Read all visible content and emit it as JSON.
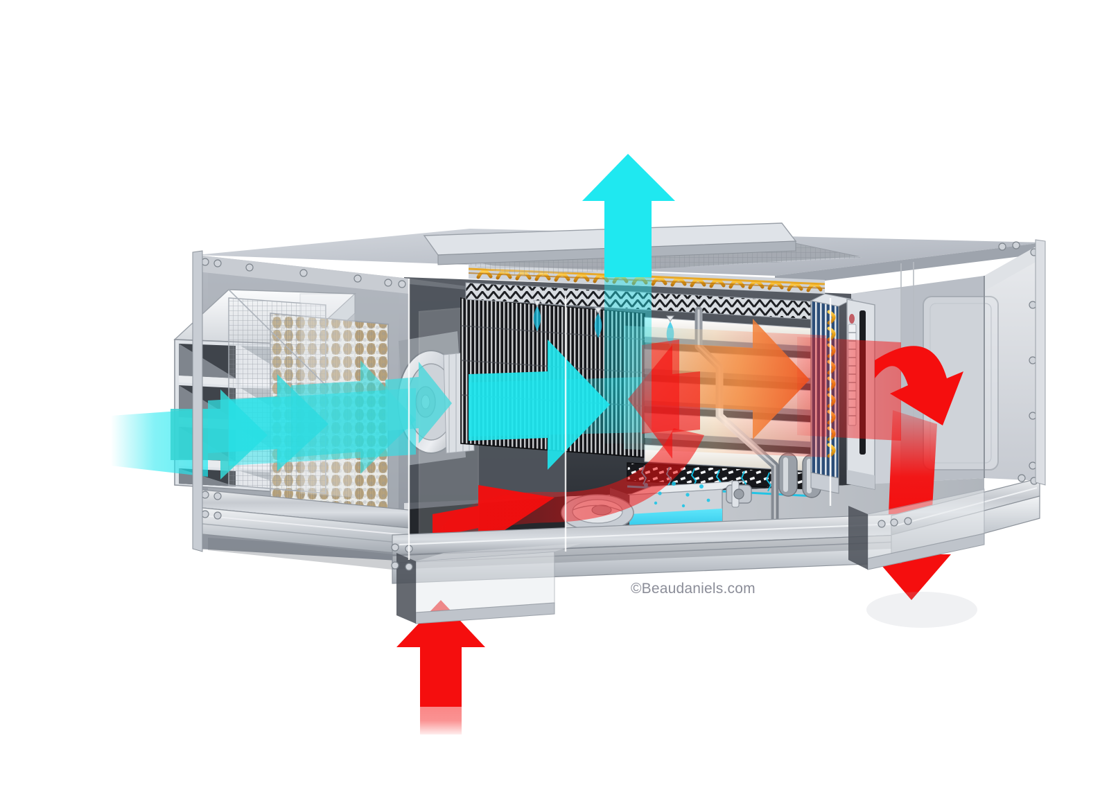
{
  "illustration": {
    "title": "HVAC Air Handling Unit Cutaway",
    "subject": "rooftop air handler / make-up air unit technical cutaway illustration",
    "watermark": "©Beaudaniels.com",
    "background_color": "#ffffff",
    "view": "three-quarter isometric cutaway, front-left elevated"
  },
  "palette": {
    "arrow_cold": "#1FE8F0",
    "arrow_cold_mid": "#35D4D4",
    "arrow_cold_pale": "#9DE9EC",
    "arrow_warm": "#F58B3C",
    "arrow_hot": "#F50E0E",
    "cabinet_light": "#E7E9ED",
    "cabinet_mid": "#C3C7CE",
    "cabinet_dark": "#9AA0A9",
    "cabinet_shadow": "#6E747D",
    "metal_highlight": "#F7F8FA",
    "coil_black": "#1B1B1F",
    "coil_copper": "#E8A317",
    "coil_blue": "#2C4E78",
    "filter_media": "#B6975E",
    "water_blue": "#12C4E8",
    "interior_dark": "#3A3E45",
    "frame_steel": "#B7BCC4"
  },
  "airflow": {
    "streams": [
      {
        "id": "outdoor-air-intake",
        "label": "Outside air in",
        "color": "#1FE8F0",
        "temperature": "cold",
        "entry": "left louvered intake hood",
        "direction": "right"
      },
      {
        "id": "filtered-air-to-blower",
        "label": "Filtered air to blower",
        "color": "#35D4D4",
        "temperature": "cold",
        "direction": "right"
      },
      {
        "id": "blower-discharge",
        "label": "Blower discharge through coil",
        "color": "#1FE8F0",
        "temperature": "cold",
        "direction": "right"
      },
      {
        "id": "conditioned-air",
        "label": "Air warming through heat exchanger",
        "color": "#F58B3C",
        "temperature": "warm",
        "direction": "right"
      },
      {
        "id": "supply-air-turn-down",
        "label": "Supply air turns down to duct",
        "color": "#F50E0E",
        "temperature": "hot",
        "direction": "right-then-down"
      },
      {
        "id": "supply-air-out",
        "label": "Supply air out",
        "color": "#F50E0E",
        "temperature": "hot",
        "direction": "down"
      },
      {
        "id": "return-air-in",
        "label": "Return air in",
        "color": "#F50E0E",
        "temperature": "hot",
        "direction": "up"
      },
      {
        "id": "return-air-across",
        "label": "Return air across unit",
        "color": "#F50E0E",
        "temperature": "hot",
        "direction": "right"
      },
      {
        "id": "exhaust-air-out",
        "label": "Exhaust air out top",
        "color": "#1FE8F0",
        "temperature": "cold",
        "direction": "up"
      }
    ]
  },
  "components": [
    {
      "id": "intake-hood",
      "name": "Louvered outdoor air intake hood",
      "location": "front left exterior"
    },
    {
      "id": "intake-louvers",
      "name": "Weather louver bank",
      "location": "left face, 4 rows x 2 columns"
    },
    {
      "id": "bird-screen",
      "name": "Wire mesh bird screen",
      "location": "behind louvers"
    },
    {
      "id": "filter-bank",
      "name": "Pleated media filter bank",
      "location": "after intake screen"
    },
    {
      "id": "blower-wheel",
      "name": "Centrifugal blower wheel",
      "location": "left chamber"
    },
    {
      "id": "blower-motor",
      "name": "Blower drive motor",
      "location": "right of blower wheel"
    },
    {
      "id": "finned-coil-black",
      "name": "Black finned heat transfer coil",
      "location": "center-left chamber"
    },
    {
      "id": "heat-exchanger",
      "name": "Plate heat exchanger stack",
      "location": "center chamber"
    },
    {
      "id": "spray-nozzles",
      "name": "Humidifier spray nozzles",
      "location": "upper center chamber"
    },
    {
      "id": "mist-eliminator",
      "name": "Chevron mist eliminator",
      "location": "upper center, above coils"
    },
    {
      "id": "copper-coil-top",
      "name": "Copper tube exhaust coil",
      "location": "top deck, under removable panel"
    },
    {
      "id": "top-access-panel",
      "name": "Removable top access panel",
      "location": "roof of cabinet"
    },
    {
      "id": "drip-tray",
      "name": "Condensate drip tray",
      "location": "below heat exchanger"
    },
    {
      "id": "water-reservoir",
      "name": "Water reservoir / sump",
      "location": "floor of center chamber"
    },
    {
      "id": "circulation-pump",
      "name": "Water circulation pump",
      "location": "right of reservoir"
    },
    {
      "id": "supply-piping",
      "name": "Water supply riser pipe",
      "location": "center chamber"
    },
    {
      "id": "accumulators",
      "name": "Refrigerant accumulator tanks",
      "location": "floor, right of sump"
    },
    {
      "id": "condenser-coil",
      "name": "Blue-fin condenser coil",
      "location": "right chamber"
    },
    {
      "id": "control-module",
      "name": "Control / electrical module",
      "location": "far right of coil"
    },
    {
      "id": "access-door",
      "name": "Service access door",
      "location": "rear right wall"
    },
    {
      "id": "base-rails",
      "name": "Structural base frame rails",
      "location": "bottom perimeter"
    },
    {
      "id": "bottom-duct-left",
      "name": "Return air duct collar",
      "location": "underside, left of center"
    },
    {
      "id": "bottom-duct-right",
      "name": "Supply air duct collar",
      "location": "underside, right"
    },
    {
      "id": "corner-brackets",
      "name": "Bolted corner brackets",
      "location": "cabinet corners"
    }
  ]
}
